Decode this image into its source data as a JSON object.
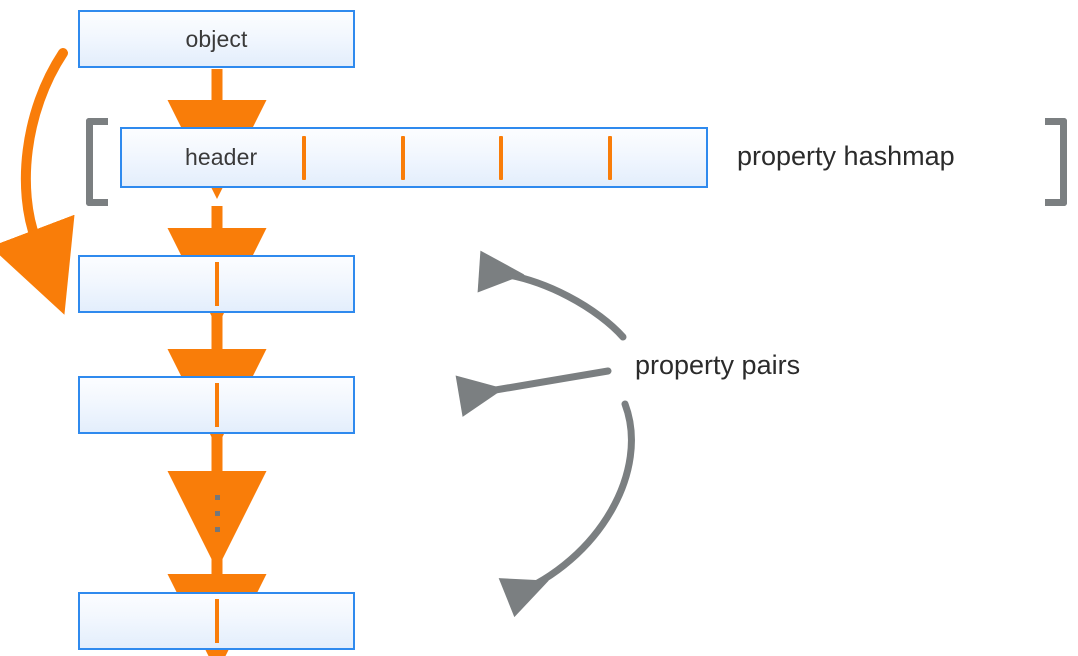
{
  "diagram": {
    "title": "object property hashmap and property pairs layout",
    "colors": {
      "box_border": "#2f8aee",
      "box_fill_top": "#fcfdff",
      "box_fill_bottom": "#e3eefc",
      "arrow_orange": "#f97d09",
      "arrow_gray": "#7b7f81",
      "bracket_gray": "#7b7f81",
      "text": "#2b2b2b",
      "background": "#ffffff"
    },
    "boxes": [
      {
        "id": "object",
        "label": "object"
      },
      {
        "id": "header-row",
        "label": "header"
      },
      {
        "id": "pair-1",
        "label": ""
      },
      {
        "id": "pair-2",
        "label": ""
      },
      {
        "id": "pair-n",
        "label": ""
      }
    ],
    "annotations": [
      {
        "id": "property-hashmap",
        "label": "property hashmap"
      },
      {
        "id": "property-pairs",
        "label": "property pairs"
      }
    ],
    "hashmap": {
      "slot_count": 5,
      "divider_count": 4
    },
    "ellipsis": {
      "dot_count": 3,
      "meaning": "continuation of property pair chain"
    },
    "arrows": {
      "orange_chain": "object -> header -> pair-1 -> pair-2 -> ... -> pair-n",
      "orange_curve": "object to pair-1",
      "gray_fan": "property pairs label points to pair-1, pair-2 and pair-n"
    }
  }
}
